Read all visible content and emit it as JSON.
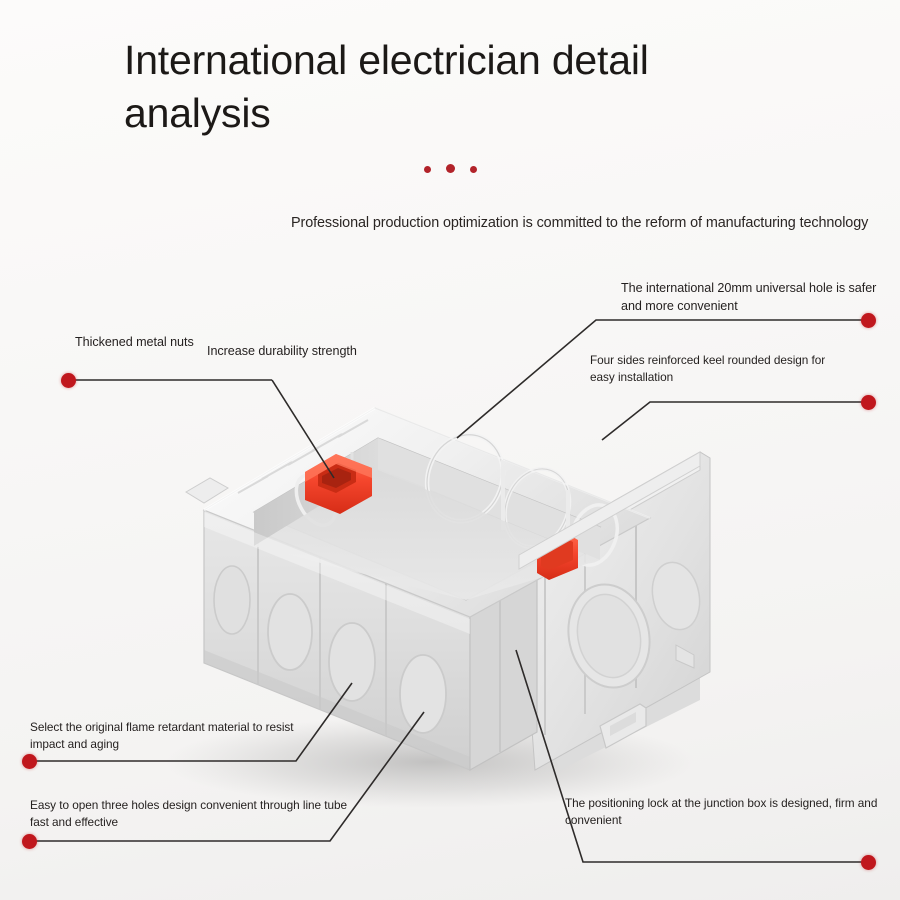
{
  "header": {
    "title": "International electrician detail analysis",
    "subtitle": "Professional production optimization is committed to the reform of manufacturing technology",
    "accent_color": "#b2232a"
  },
  "product": {
    "name": "wall-mounted electrical junction box",
    "body_color": "#e9e9e9",
    "clip_color": "#f4452c",
    "background_color": "#f6f5f4"
  },
  "callouts": [
    {
      "id": "c1",
      "text": "Thickened metal nuts",
      "dot_color": "#c0171d",
      "side": "left"
    },
    {
      "id": "c2",
      "text": "Increase durability strength",
      "side": "left"
    },
    {
      "id": "c3",
      "text": "The international 20mm universal hole is safer and more convenient",
      "dot_color": "#c0171d",
      "side": "right"
    },
    {
      "id": "c4",
      "text": "Four sides reinforced keel rounded design for easy installation",
      "dot_color": "#c0171d",
      "side": "right"
    },
    {
      "id": "c5",
      "text": "Select the original flame retardant material to resist impact and aging",
      "dot_color": "#c0171d",
      "side": "left"
    },
    {
      "id": "c6",
      "text": "Easy to open three holes design convenient through line tube fast and effective",
      "dot_color": "#c0171d",
      "side": "left"
    },
    {
      "id": "c7",
      "text": "The positioning lock at the junction box is designed, firm and convenient",
      "dot_color": "#c0171d",
      "side": "right"
    }
  ]
}
